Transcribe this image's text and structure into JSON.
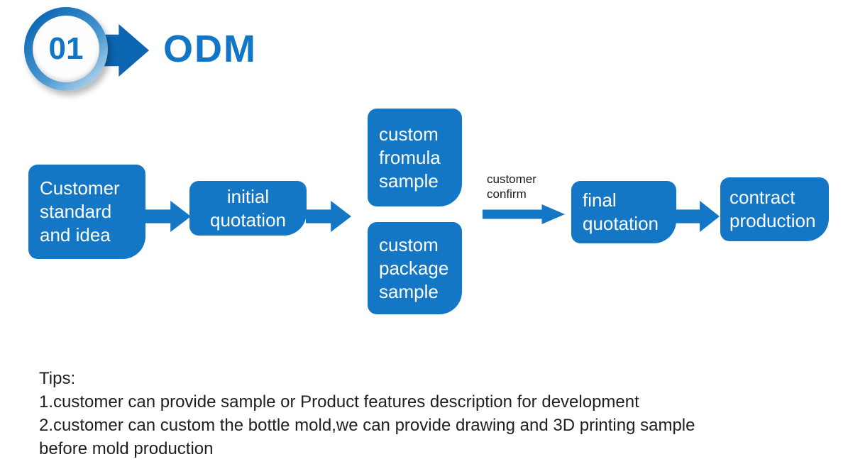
{
  "header": {
    "step_number": "01",
    "title": "ODM"
  },
  "colors": {
    "primary_blue": "#1377c6",
    "dark_blue": "#0d66b1",
    "title_blue": "#1276c8"
  },
  "flow": {
    "nodes": [
      {
        "id": "customer-standard",
        "label": "Customer standard and idea"
      },
      {
        "id": "initial-quotation",
        "label": "initial quotation"
      },
      {
        "id": "custom-formula-sample",
        "label": "custom fromula sample"
      },
      {
        "id": "custom-package-sample",
        "label": "custom package sample"
      },
      {
        "id": "final-quotation",
        "label": "final quotation"
      },
      {
        "id": "contract-production",
        "label": "contract production"
      }
    ],
    "arrow_label": "customer confirm"
  },
  "tips": {
    "heading": "Tips:",
    "lines": [
      "1.customer can provide sample or Product features description for development",
      "2.customer can custom the bottle mold,we can provide drawing and 3D printing sample",
      "before mold production"
    ]
  }
}
